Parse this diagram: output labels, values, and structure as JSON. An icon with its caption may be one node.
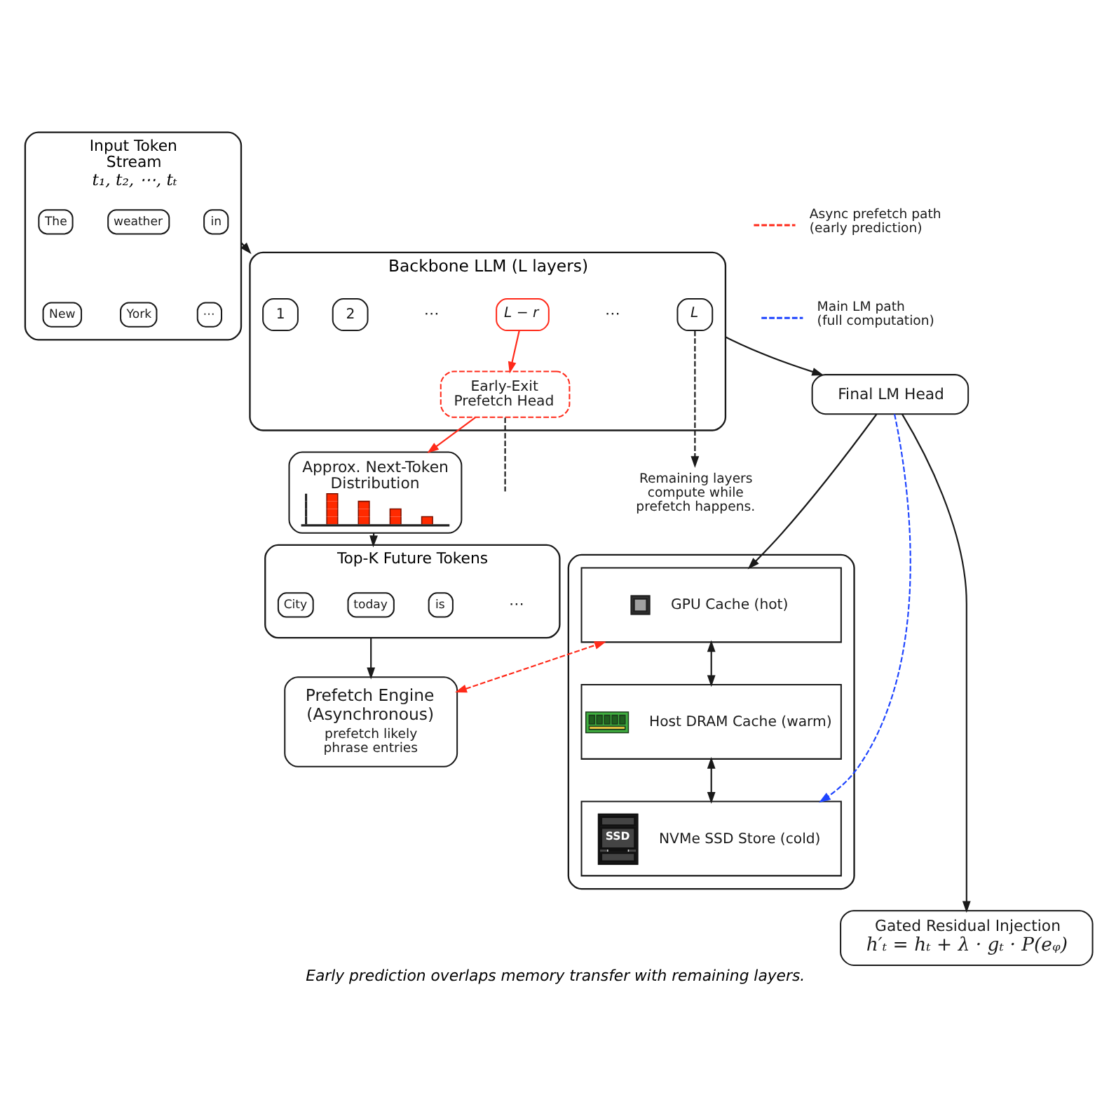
{
  "diagram": {
    "caption": "Early prediction overlaps memory transfer with remaining layers.",
    "nodes": [
      {
        "text": [
          "Input Token Stream",
          "t₁, t₂, ⋯, tₜ"
        ]
      },
      {
        "text": [
          "The"
        ],
        "in": 0
      },
      {
        "text": [
          "weather"
        ],
        "in": 0
      },
      {
        "text": [
          "in"
        ],
        "in": 0
      },
      {
        "text": [
          "New"
        ],
        "in": 0
      },
      {
        "text": [
          "York"
        ],
        "in": 0
      },
      {
        "text": [
          "⋯"
        ],
        "in": 0
      },
      {
        "text": [
          "Backbone LLM (L layers)"
        ]
      },
      {
        "text": [
          "1"
        ],
        "in": 7
      },
      {
        "text": [
          "2"
        ],
        "in": 7
      },
      {
        "text": [
          "L − r"
        ],
        "in": 7
      },
      {
        "text": [
          "L"
        ],
        "in": 7
      },
      {
        "text": [
          "Early-Exit Prefetch Head"
        ],
        "in": 7
      },
      {
        "text": [
          "Final LM Head"
        ]
      },
      {
        "text": [
          "Remaining layers compute while prefetch happens."
        ]
      },
      {
        "text": [
          "Approx. Next-Token Distribution"
        ]
      },
      {
        "text": [
          "Top-K Future Tokens"
        ]
      },
      {
        "text": [
          "City"
        ],
        "in": 16
      },
      {
        "text": [
          "today"
        ],
        "in": 16
      },
      {
        "text": [
          "is"
        ],
        "in": 16
      },
      {
        "text": [
          "Prefetch Engine (Asynchronous)",
          "prefetch likely phrase entries"
        ]
      },
      {
        "text": [],
        "shape": "box"
      },
      {
        "text": [
          "GPU Cache (hot)"
        ],
        "in": 21
      },
      {
        "text": [
          "Host DRAM Cache (warm)"
        ],
        "in": 21
      },
      {
        "text": [
          "SSD",
          "NVMe SSD Store (cold)"
        ],
        "in": 21
      },
      {
        "text": [
          "Gated Residual Injection",
          "h′ₜ = hₜ + λ · gₜ · P(eᵩ)"
        ]
      }
    ],
    "edges": [
      {
        "from": 0,
        "to": 7,
        "arrow": "to"
      },
      {
        "from": 7,
        "to": 13,
        "arrow": "to"
      },
      {
        "from": 10,
        "to": 12,
        "arrow": "to",
        "color": "#ff2a1a"
      },
      {
        "from": 11,
        "to": 14,
        "arrow": "to",
        "style": "dashed"
      },
      {
        "from": 12,
        "to": 15,
        "arrow": "to",
        "color": "#ff2a1a"
      },
      {
        "from": 12,
        "to": null,
        "arrow": "none",
        "style": "dashed"
      },
      {
        "from": 13,
        "to": 22,
        "arrow": "to"
      },
      {
        "from": 13,
        "to": 25,
        "arrow": "to"
      },
      {
        "from": 15,
        "to": 16,
        "arrow": "to"
      },
      {
        "from": 16,
        "to": 20,
        "arrow": "to"
      },
      {
        "from": 20,
        "to": 22,
        "arrow": "both",
        "style": "dashed",
        "color": "#ff2a1a"
      },
      {
        "from": 22,
        "to": 23,
        "arrow": "both"
      },
      {
        "from": 23,
        "to": 24,
        "arrow": "both"
      },
      {
        "from": 13,
        "to": 24,
        "arrow": "to",
        "style": "dashed",
        "color": "#1f45ff"
      }
    ],
    "labels": [
      "⋯",
      "⋯",
      "⋯"
    ],
    "legend": [
      {
        "text": "Async prefetch path (early prediction)"
      },
      {
        "text": "Main LM path (full computation)"
      }
    ]
  }
}
